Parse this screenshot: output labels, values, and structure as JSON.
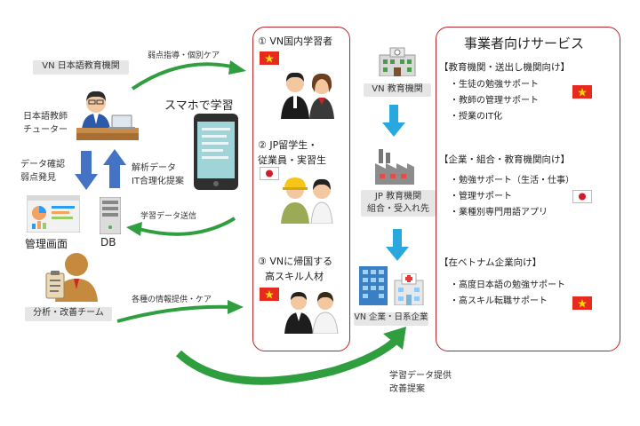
{
  "left": {
    "vn_institution": "VN 日本語教育機関",
    "tutor_line1": "日本語教師",
    "tutor_line2": "チューター",
    "data_confirm_line1": "データ確認",
    "data_confirm_line2": "弱点発見",
    "analysis_line1": "解析データ",
    "analysis_line2": "IT合理化提案",
    "admin_screen": "管理画面",
    "db": "DB",
    "analysis_team": "分析・改善チーム"
  },
  "flows": {
    "weak_guidance": "弱点指導・個別ケア",
    "smartphone": "スマホで学習",
    "learning_data_send": "学習データ送信",
    "info_care": "各種の情報提供・ケア",
    "bottom_line1": "学習データ提供",
    "bottom_line2": "改善提案"
  },
  "middle": {
    "group1": "① VN国内学習者",
    "group2_line1": "② JP留学生・",
    "group2_line2": "従業員・実習生",
    "group3_line1": "③ VNに帰国する",
    "group3_line2": "高スキル人材"
  },
  "destinations": {
    "vn_edu": "VN 教育機関",
    "jp_edu_line1": "JP 教育機関",
    "jp_edu_line2": "組合・受入れ先",
    "vn_company": "VN 企業・日系企業"
  },
  "services": {
    "title": "事業者向けサービス",
    "sections": [
      {
        "heading": "【教育機関・送出し機関向け】",
        "items": [
          "・生徒の勉強サポート",
          "・教師の管理サポート",
          "・授業のIT化"
        ]
      },
      {
        "heading": "【企業・組合・教育機関向け】",
        "items": [
          "・勉強サポート（生活・仕事）",
          "・管理サポート",
          "・業種別専門用語アプリ"
        ]
      },
      {
        "heading": "【在ベトナム企業向け】",
        "items": [
          "・高度日本語の勉強サポート",
          "・高スキル転職サポート"
        ]
      }
    ]
  },
  "colors": {
    "panel_border": "#b2252b",
    "arrow_blue": "#4472c4",
    "arrow_cyan": "#29a8e0",
    "arrow_green": "#2e9e3e",
    "vn_flag": "#e52a1e",
    "jp_flag_dot": "#d01c2a"
  }
}
